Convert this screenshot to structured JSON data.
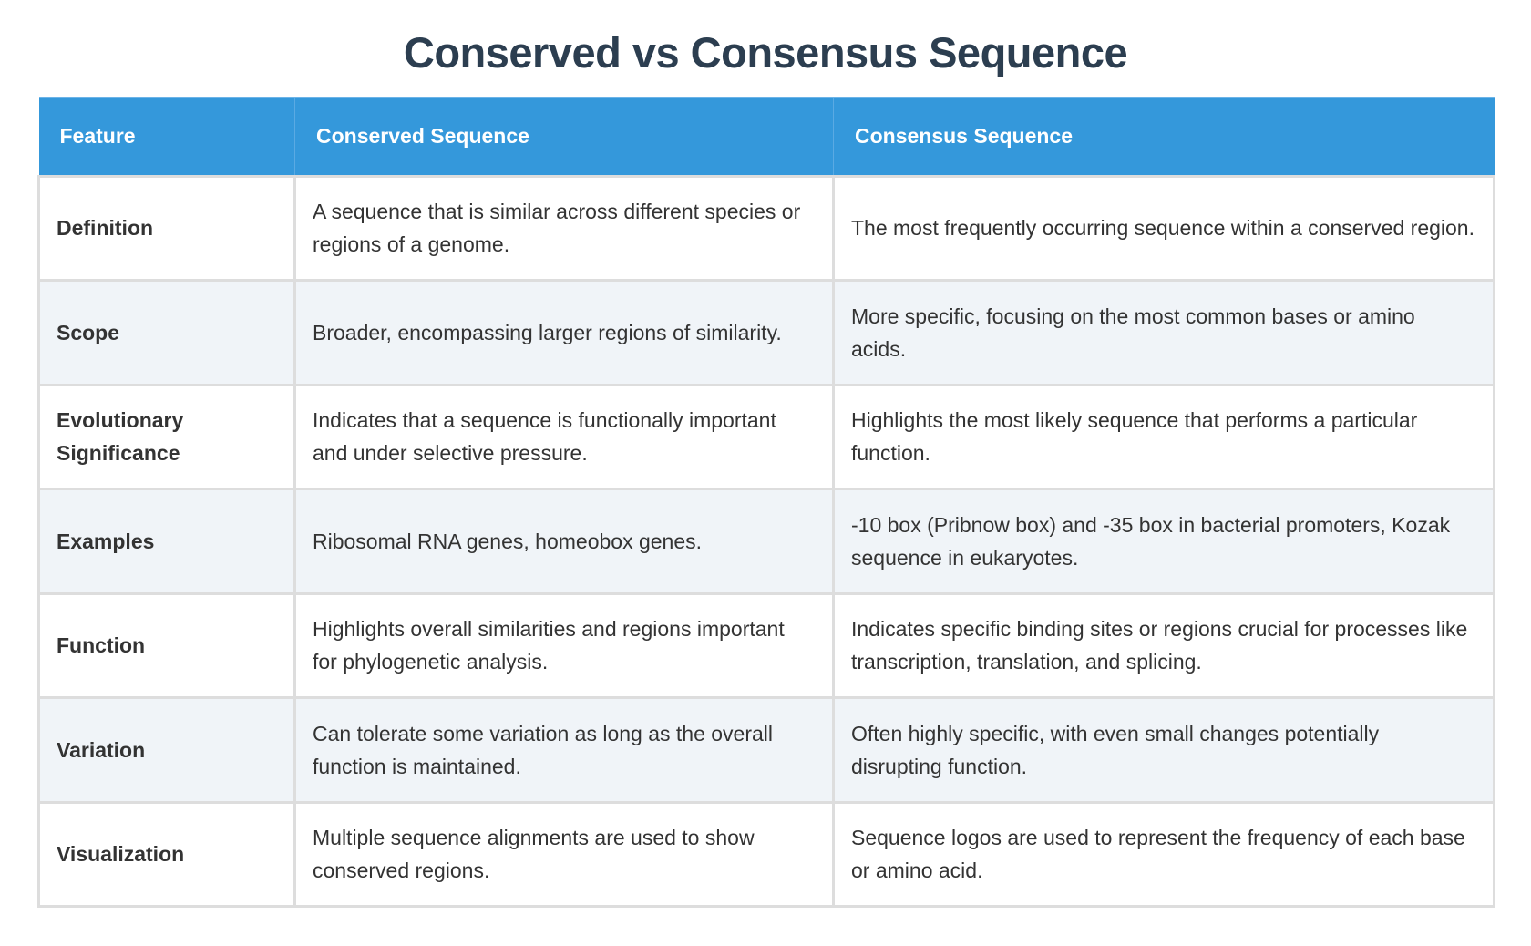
{
  "title": "Conserved vs Consensus Sequence",
  "colors": {
    "title": "#2c3e50",
    "header_bg": "#3498db",
    "header_text": "#ffffff",
    "row_alt_bg": "#f0f4f8",
    "border": "#dddddd",
    "body_text": "#333333"
  },
  "table": {
    "headers": [
      "Feature",
      "Conserved Sequence",
      "Consensus Sequence"
    ],
    "rows": [
      {
        "feature": "Definition",
        "conserved": "A sequence that is similar across different species or regions of a genome.",
        "consensus": "The most frequently occurring sequence within a conserved region."
      },
      {
        "feature": "Scope",
        "conserved": "Broader, encompassing larger regions of similarity.",
        "consensus": "More specific, focusing on the most common bases or amino acids."
      },
      {
        "feature": "Evolutionary Significance",
        "conserved": "Indicates that a sequence is functionally important and under selective pressure.",
        "consensus": "Highlights the most likely sequence that performs a particular function."
      },
      {
        "feature": "Examples",
        "conserved": "Ribosomal RNA genes, homeobox genes.",
        "consensus": "-10 box (Pribnow box) and -35 box in bacterial promoters, Kozak sequence in eukaryotes."
      },
      {
        "feature": "Function",
        "conserved": "Highlights overall similarities and regions important for phylogenetic analysis.",
        "consensus": "Indicates specific binding sites or regions crucial for processes like transcription, translation, and splicing."
      },
      {
        "feature": "Variation",
        "conserved": "Can tolerate some variation as long as the overall function is maintained.",
        "consensus": "Often highly specific, with even small changes potentially disrupting function."
      },
      {
        "feature": "Visualization",
        "conserved": "Multiple sequence alignments are used to show conserved regions.",
        "consensus": "Sequence logos are used to represent the frequency of each base or amino acid."
      }
    ]
  }
}
